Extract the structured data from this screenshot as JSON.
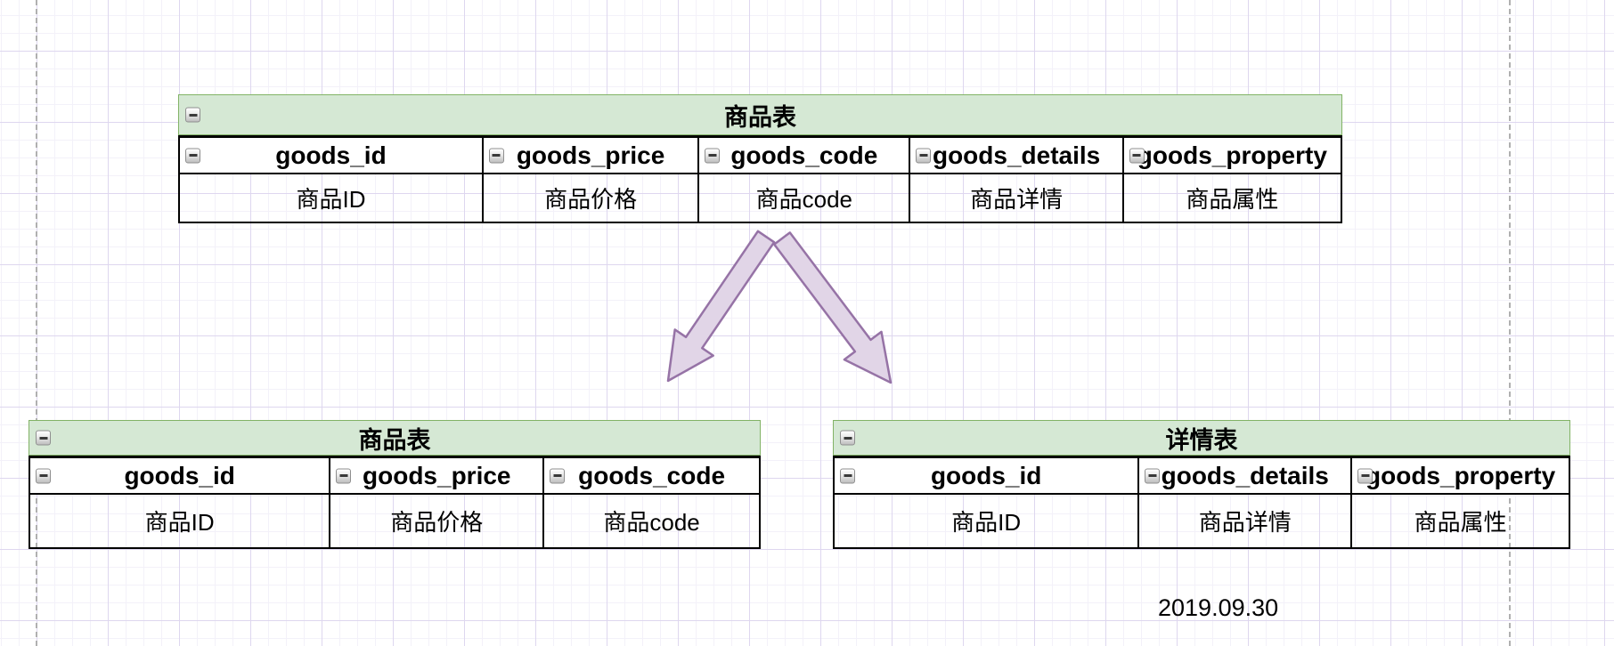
{
  "diagram": {
    "date_label": "2019.09.30",
    "tables": {
      "source": {
        "title": "商品表",
        "columns": [
          {
            "name": "goods_id",
            "desc": "商品ID"
          },
          {
            "name": "goods_price",
            "desc": "商品价格"
          },
          {
            "name": "goods_code",
            "desc": "商品code"
          },
          {
            "name": "goods_details",
            "desc": "商品详情"
          },
          {
            "name": "goods_property",
            "desc": "商品属性"
          }
        ]
      },
      "split_left": {
        "title": "商品表",
        "columns": [
          {
            "name": "goods_id",
            "desc": "商品ID"
          },
          {
            "name": "goods_price",
            "desc": "商品价格"
          },
          {
            "name": "goods_code",
            "desc": "商品code"
          }
        ]
      },
      "split_right": {
        "title": "详情表",
        "columns": [
          {
            "name": "goods_id",
            "desc": "商品ID"
          },
          {
            "name": "goods_details",
            "desc": "商品详情"
          },
          {
            "name": "goods_property",
            "desc": "商品属性"
          }
        ]
      }
    },
    "colors": {
      "table_title_fill": "#d5e8d4",
      "table_title_border": "#82b366",
      "cell_border": "#000000",
      "arrow_fill": "#e1d5e7",
      "arrow_stroke": "#9673a6",
      "page_break": "#b0b0b0"
    }
  },
  "icons": {
    "collapse_icon": "−"
  }
}
